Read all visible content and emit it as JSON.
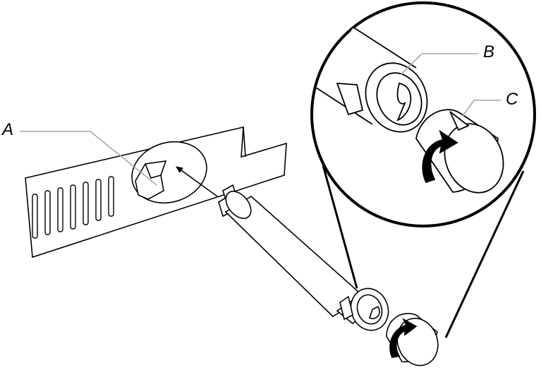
{
  "labels": {
    "a": "A",
    "b": "B",
    "c": "C"
  },
  "colors": {
    "line": "#000000",
    "leader": "#a6a6a6",
    "fill": "#ffffff",
    "arrow": "#000000"
  }
}
